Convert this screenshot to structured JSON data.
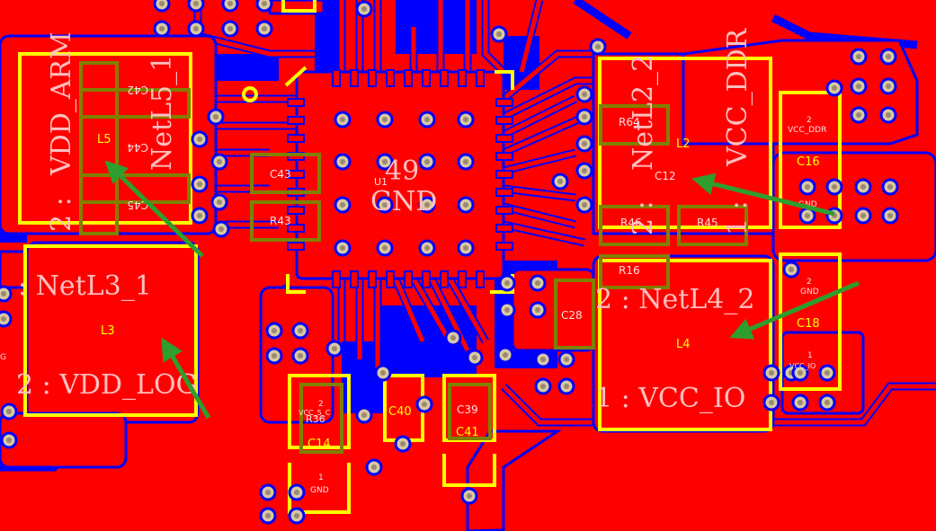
{
  "component_labels": {
    "L5": "L5",
    "L3": "L3",
    "L4": "L4",
    "L2": "L2",
    "C14": "C14",
    "C40": "C40",
    "C41": "C41",
    "C16": "C16",
    "C18": "C18",
    "U1": "U1",
    "C43": "C43",
    "R43": "R43",
    "C42": "C42",
    "C44": "C44",
    "C45": "C45",
    "R16": "R16",
    "C28": "C28",
    "C12": "C12",
    "R64": "R64",
    "R46": "R46",
    "R45": "R45",
    "C39": "C39",
    "R36": "R36"
  },
  "net_labels": {
    "vdd_arm": "VDD_ARM",
    "netl5": "NetL5_1",
    "netl3": ": NetL3_1",
    "vdd_log": "2 : VDD_LOG",
    "netl4": "2 : NetL4_2",
    "vcc_io": "1 : VCC_IO",
    "netl2": "NetL2_2",
    "vcc_ddr": "VCC_DDR",
    "gnd_49": "49",
    "gnd_net": "GND",
    "pin2_left": "2 :",
    "pin1_right": "1 :",
    "pin2_right": "2 :"
  },
  "pad_labels": {
    "c16_num": "2",
    "c16_net": "VCC_DDR",
    "c18_num": "2",
    "c18_net": "GND",
    "gnd_small": "GND",
    "c14_num": "2",
    "c14_net": "VCC_5_C",
    "c14_pin1": "1",
    "c14_gnd": "GND",
    "vccio_num": "1",
    "vccio_net": "VCC_IO",
    "left_edge_g": "G"
  },
  "colors": {
    "copper_top": "#ff0000",
    "copper_bottom": "#0000ff",
    "silkscreen": "#ffff00",
    "pad_outline": "#808000",
    "arrow": "#2e9e2e",
    "via": "#d8c8a0"
  }
}
